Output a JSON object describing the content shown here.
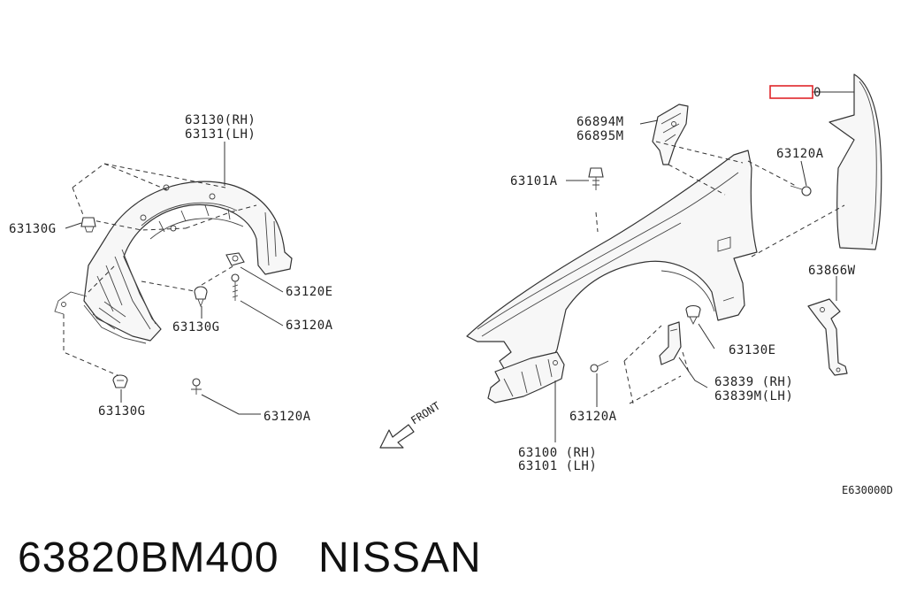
{
  "diagram": {
    "labels": {
      "p63130": "63130(RH)",
      "p63131": "63131(LH)",
      "p63130G_a": "63130G",
      "p63130G_b": "63130G",
      "p63130G_c": "63130G",
      "p63120E_a": "63120E",
      "p63120A_a": "63120A",
      "p63120A_b": "63120A",
      "p66894M": "66894M",
      "p66895M": "66895M",
      "p63101A": "63101A",
      "p63820_part": "0",
      "p63120A_c": "63120A",
      "p63866W": "63866W",
      "p63130E": "63130E",
      "p63839": "63839 (RH)",
      "p63839M": "63839M(LH)",
      "p63120A_d": "63120A",
      "p63100": "63100 (RH)",
      "p63101": "63101 (LH)"
    },
    "front_label": "FRONT",
    "diagram_code": "E630000D",
    "highlight_color": "#e0262a"
  },
  "caption": {
    "part_number": "63820BM400",
    "brand": "NISSAN"
  }
}
